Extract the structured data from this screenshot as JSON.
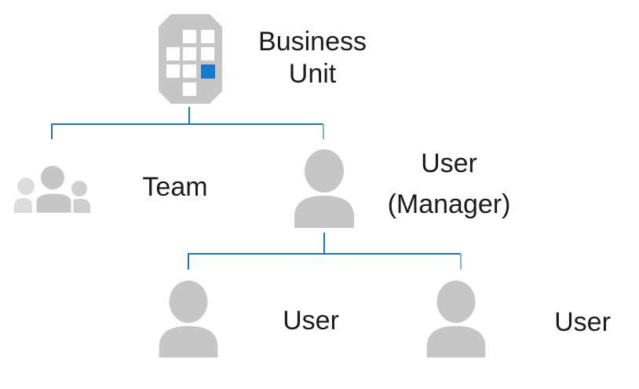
{
  "diagram": {
    "type": "org-hierarchy",
    "nodes": {
      "business_unit": {
        "label_line1": "Business",
        "label_line2": "Unit",
        "icon": "business-unit-building-icon"
      },
      "team": {
        "label": "Team",
        "icon": "team-people-icon"
      },
      "manager": {
        "label_line1": "User",
        "label_line2": "(Manager)",
        "icon": "person-icon"
      },
      "user_left": {
        "label": "User",
        "icon": "person-icon"
      },
      "user_right": {
        "label": "User",
        "icon": "person-icon"
      }
    },
    "hierarchy": {
      "root": "Business Unit",
      "children": [
        {
          "node": "Team"
        },
        {
          "node": "User (Manager)",
          "children": [
            {
              "node": "User"
            },
            {
              "node": "User"
            }
          ]
        }
      ]
    }
  },
  "colors": {
    "icon_gray": "#C6C6C6",
    "icon_gray_light": "#DCDCDC",
    "icon_gray_mid": "#CFCFCF",
    "square_white": "#FFFFFF",
    "accent_blue": "#1779CB",
    "connector_blue": "#1E73BE",
    "connector_blue_light": "#7EB1DC",
    "text": "#1B1B1B"
  }
}
